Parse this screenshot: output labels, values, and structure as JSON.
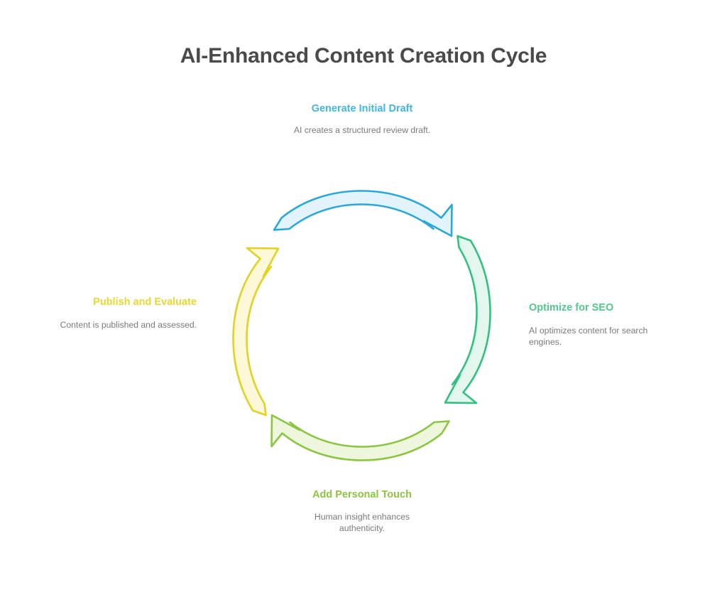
{
  "diagram": {
    "title": "AI-Enhanced Content Creation Cycle",
    "title_color": "#4a4a4a",
    "background": "#ffffff",
    "type": "cycle",
    "direction": "clockwise",
    "steps": [
      {
        "id": "generate-initial-draft",
        "position": "top",
        "label": "Generate Initial Draft",
        "description": "AI creates a structured review draft.",
        "label_color": "#3fb8e8",
        "arrow_stroke": "#29a8dc",
        "arrow_fill": "#e2f3fb"
      },
      {
        "id": "optimize-for-seo",
        "position": "right",
        "label": "Optimize for SEO",
        "description": "AI optimizes content for search engines.",
        "label_color": "#4ecb8d",
        "arrow_stroke": "#2ec27e",
        "arrow_fill": "#e3f7ee"
      },
      {
        "id": "add-personal-touch",
        "position": "bottom",
        "label": "Add Personal Touch",
        "description": "Human insight enhances authenticity.",
        "label_color": "#8cc63f",
        "arrow_stroke": "#8cc63f",
        "arrow_fill": "#eef7de"
      },
      {
        "id": "publish-and-evaluate",
        "position": "left",
        "label": "Publish and Evaluate",
        "description": "Content is published and assessed.",
        "label_color": "#e8d930",
        "arrow_stroke": "#e3d221",
        "arrow_fill": "#fcf8d8"
      }
    ],
    "description_color": "#7a7a7a"
  }
}
